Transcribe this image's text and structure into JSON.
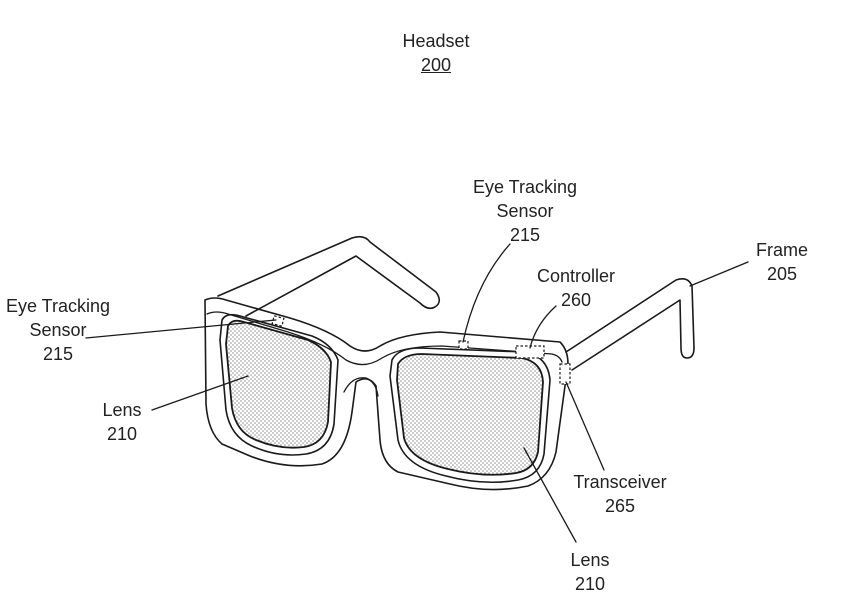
{
  "figure": {
    "title": "Headset",
    "title_ref": "200",
    "callouts": [
      {
        "id": "eye-tracking-sensor-top",
        "lines": [
          "Eye Tracking",
          "Sensor",
          "215"
        ]
      },
      {
        "id": "eye-tracking-sensor-left",
        "lines": [
          "Eye Tracking",
          "Sensor",
          "215"
        ]
      },
      {
        "id": "frame",
        "lines": [
          "Frame",
          "205"
        ]
      },
      {
        "id": "controller",
        "lines": [
          "Controller",
          "260"
        ]
      },
      {
        "id": "lens-left",
        "lines": [
          "Lens",
          "210"
        ]
      },
      {
        "id": "transceiver",
        "lines": [
          "Transceiver",
          "265"
        ]
      },
      {
        "id": "lens-bottom",
        "lines": [
          "Lens",
          "210"
        ]
      }
    ]
  }
}
